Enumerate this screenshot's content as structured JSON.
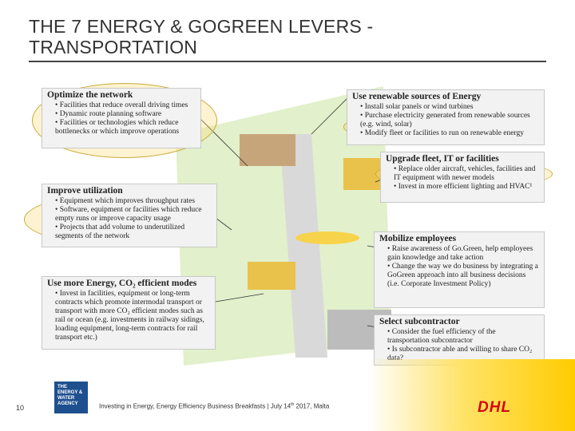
{
  "title": {
    "line1": "THE 7 ENERGY & GOGREEN LEVERS -",
    "line2": "TRANSPORTATION"
  },
  "levers": [
    {
      "heading": "Optimize the network",
      "bullets": [
        "• Facilities that reduce overall driving times",
        "• Dynamic route planning software",
        "• Facilities or technologies which reduce bottlenecks or which improve operations"
      ]
    },
    {
      "heading": "Use renewable sources of Energy",
      "bullets": [
        "• Install solar panels or wind turbines",
        "• Purchase electricity generated from renewable sources (e.g. wind, solar)",
        "• Modify fleet or facilities to run on renewable energy"
      ]
    },
    {
      "heading": "Upgrade fleet, IT or facilities",
      "bullets": [
        "• Replace older aircraft, vehicles, facilities and IT equipment with newer models",
        "• Invest in more efficient lighting and HVAC¹"
      ]
    },
    {
      "heading": "Improve utilization",
      "bullets": [
        "• Equipment which improves throughput rates",
        "• Software, equipment or facilities which reduce empty runs or improve capacity usage",
        "• Projects that add volume to underutilized segments of the network"
      ]
    },
    {
      "heading": "Mobilize employees",
      "bullets": [
        "• Raise awareness of Go.Green, help employees gain knowledge and take action",
        "• Change the way we do business by integrating a GoGreen approach into all business decisions (i.e. Corporate Investment Policy)"
      ]
    },
    {
      "heading": "Use more Energy, CO₂ efficient modes",
      "bullets": [
        "• Invest in facilities, equipment or long-term contracts which promote intermodal transport or transport with more CO₂ efficient modes such as rail or ocean (e.g. investments in railway sidings, loading equipment, long-term contracts for rail transport etc.)"
      ]
    },
    {
      "heading": "Select subcontractor",
      "bullets": [
        "• Consider the fuel efficiency of the transportation subcontractor",
        "• Is subcontractor able and willing to share CO₂ data?"
      ]
    }
  ],
  "footer": {
    "page_number": "10",
    "text": "Investing in Energy, Energy Efficiency Business Breakfasts | July 14",
    "text_sup": "th",
    "text_tail": " 2017, Malta",
    "agency_logo": "THE ENERGY & WATER AGENCY",
    "brand": "DHL"
  },
  "colors": {
    "brand_red": "#d40511",
    "brand_yellow": "#ffcc00",
    "box_fill": "#f2f2f2",
    "agency_blue": "#1e4f8f"
  }
}
